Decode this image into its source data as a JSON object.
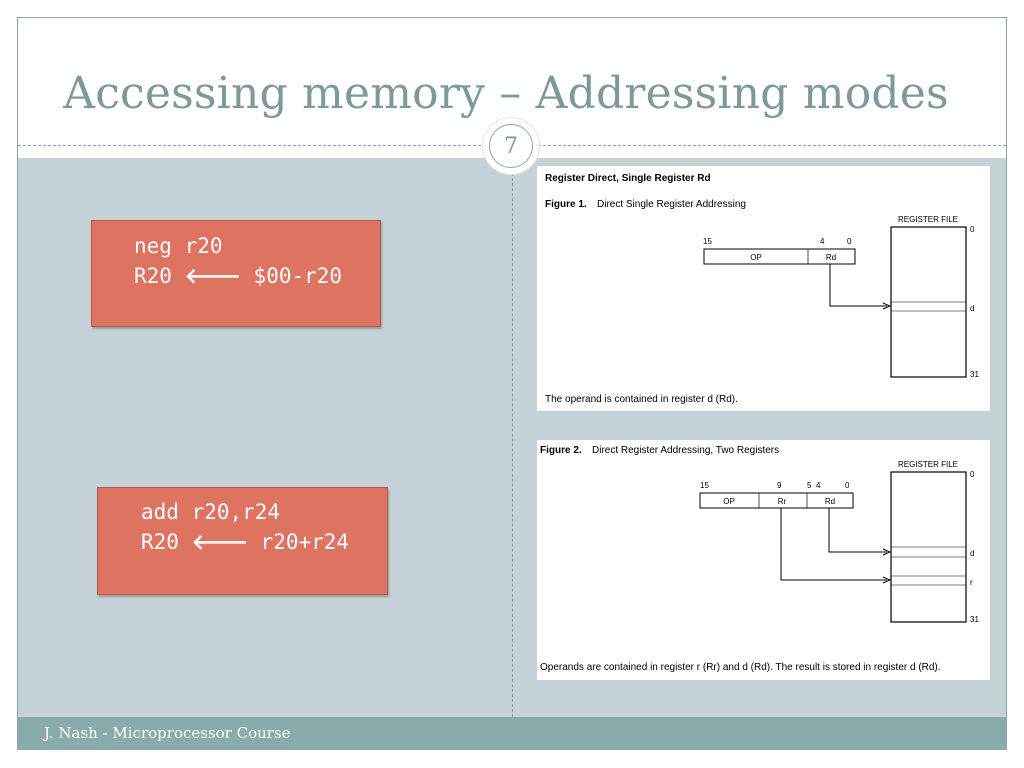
{
  "slide": {
    "title": "Accessing memory – Addressing modes",
    "page_number": "7",
    "footer": "J. Nash - Microprocessor Course"
  },
  "code_boxes": [
    {
      "line1": "neg r20",
      "line2_pre": "R20 ",
      "arrow": "🡐",
      "line2_post": " $00-r20"
    },
    {
      "line1": "add r20,r24",
      "line2_pre": "R20 ",
      "arrow": "🡐",
      "line2_post": " r20+r24"
    }
  ],
  "figure1": {
    "section_title": "Register Direct, Single Register Rd",
    "caption_label": "Figure 1.",
    "caption_text": "Direct Single Register Addressing",
    "register_file_label": "REGISTER FILE",
    "bit_15": "15",
    "bit_4": "4",
    "bit_0": "0",
    "field_op": "OP",
    "field_rd": "Rd",
    "reg_top": "0",
    "reg_d": "d",
    "reg_bottom": "31",
    "description": "The operand is contained in register d (Rd)."
  },
  "figure2": {
    "caption_label": "Figure 2.",
    "caption_text": "Direct Register Addressing, Two Registers",
    "register_file_label": "REGISTER FILE",
    "bit_15": "15",
    "bit_9": "9",
    "bit_5": "5",
    "bit_4": "4",
    "bit_0": "0",
    "field_op": "OP",
    "field_rr": "Rr",
    "field_rd": "Rd",
    "reg_top": "0",
    "reg_d": "d",
    "reg_r": "r",
    "reg_bottom": "31",
    "description": "Operands are contained in register r (Rr) and d (Rd). The result is stored in register d (Rd)."
  }
}
